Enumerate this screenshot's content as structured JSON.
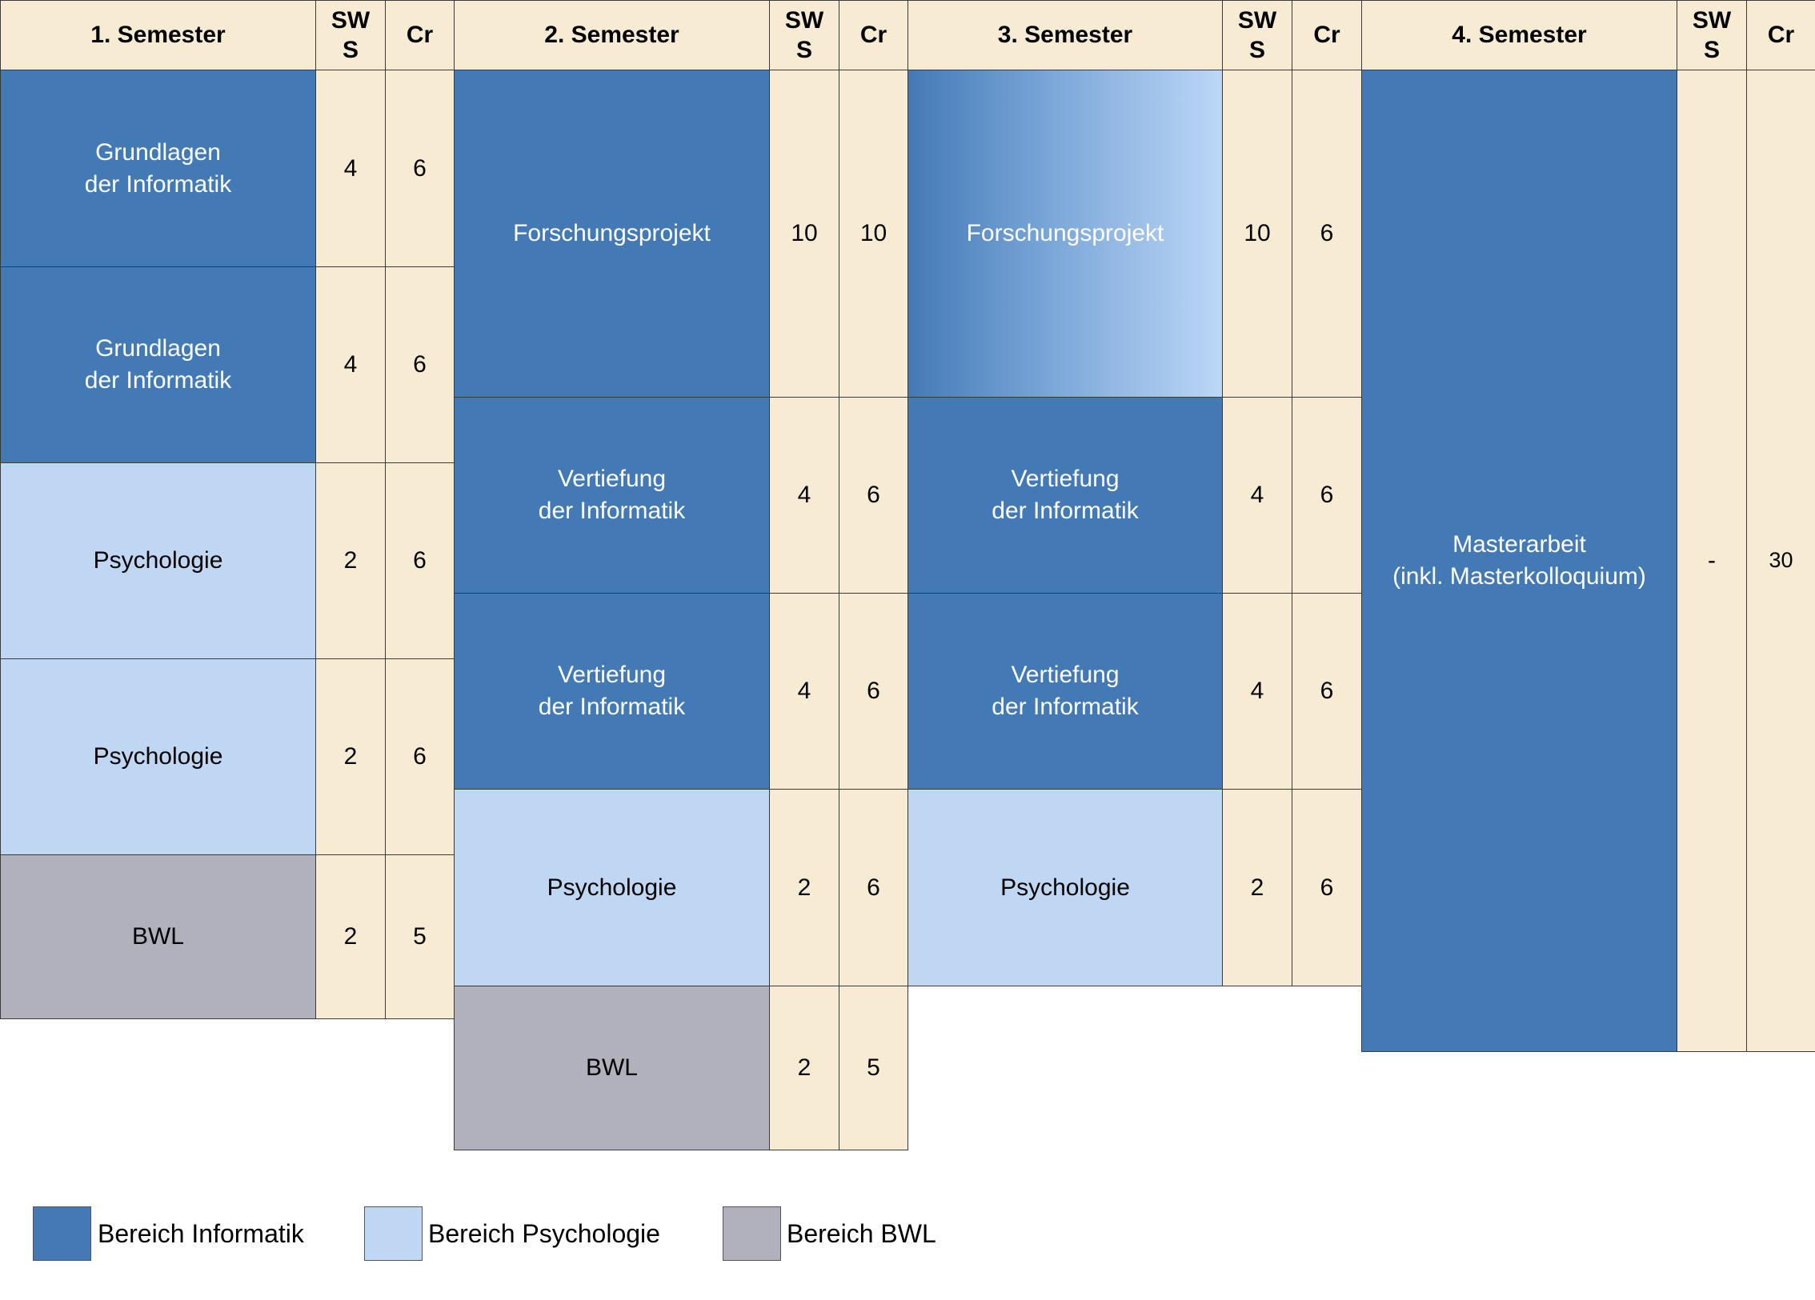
{
  "colors": {
    "informatik": "#437ab6",
    "psychologie": "#bfd7f3",
    "bwl": "#b1b1bd",
    "header_bg": "#f7ecd3"
  },
  "headers": {
    "sws": "SW\nS",
    "cr": "Cr"
  },
  "semesters": [
    {
      "title": "1. Semester",
      "modules": [
        {
          "name": "Grundlagen\nder Informatik",
          "area": "informatik",
          "sws": "4",
          "cr": "6"
        },
        {
          "name": "Grundlagen\nder Informatik",
          "area": "informatik",
          "sws": "4",
          "cr": "6"
        },
        {
          "name": "Psychologie",
          "area": "psychologie",
          "sws": "2",
          "cr": "6"
        },
        {
          "name": "Psychologie",
          "area": "psychologie",
          "sws": "2",
          "cr": "6"
        },
        {
          "name": "BWL",
          "area": "bwl",
          "sws": "2",
          "cr": "5"
        }
      ]
    },
    {
      "title": "2. Semester",
      "modules": [
        {
          "name": "Forschungsprojekt",
          "area": "informatik",
          "sws": "10",
          "cr": "10"
        },
        {
          "name": "Vertiefung\nder Informatik",
          "area": "informatik",
          "sws": "4",
          "cr": "6"
        },
        {
          "name": "Vertiefung\nder Informatik",
          "area": "informatik",
          "sws": "4",
          "cr": "6"
        },
        {
          "name": "Psychologie",
          "area": "psychologie",
          "sws": "2",
          "cr": "6"
        },
        {
          "name": "BWL",
          "area": "bwl",
          "sws": "2",
          "cr": "5"
        }
      ]
    },
    {
      "title": "3. Semester",
      "modules": [
        {
          "name": "Forschungsprojekt",
          "area": "informatik-gradient",
          "sws": "10",
          "cr": "6"
        },
        {
          "name": "Vertiefung\nder Informatik",
          "area": "informatik",
          "sws": "4",
          "cr": "6"
        },
        {
          "name": "Vertiefung\nder Informatik",
          "area": "informatik",
          "sws": "4",
          "cr": "6"
        },
        {
          "name": "Psychologie",
          "area": "psychologie",
          "sws": "2",
          "cr": "6"
        }
      ]
    },
    {
      "title": "4. Semester",
      "modules": [
        {
          "name": "Masterarbeit\n(inkl. Masterkolloquium)",
          "area": "informatik",
          "sws": "-",
          "cr": "30"
        }
      ]
    }
  ],
  "legend": [
    {
      "label": "Bereich Informatik",
      "area": "informatik"
    },
    {
      "label": "Bereich Psychologie",
      "area": "psychologie"
    },
    {
      "label": "Bereich BWL",
      "area": "bwl"
    }
  ]
}
